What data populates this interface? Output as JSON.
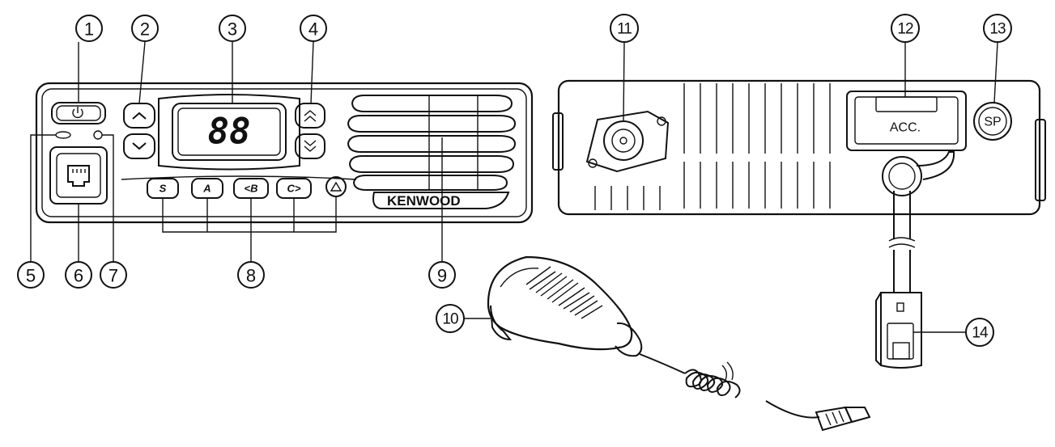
{
  "callouts": [
    "1",
    "2",
    "3",
    "4",
    "5",
    "6",
    "7",
    "8",
    "9",
    "10",
    "11",
    "12",
    "13",
    "14"
  ],
  "front_panel": {
    "brand": "KENWOOD",
    "display": "88",
    "buttons": [
      "S",
      "A",
      "<B",
      "C>"
    ]
  },
  "rear_panel": {
    "acc_label": "ACC.",
    "sp_label": "SP"
  }
}
